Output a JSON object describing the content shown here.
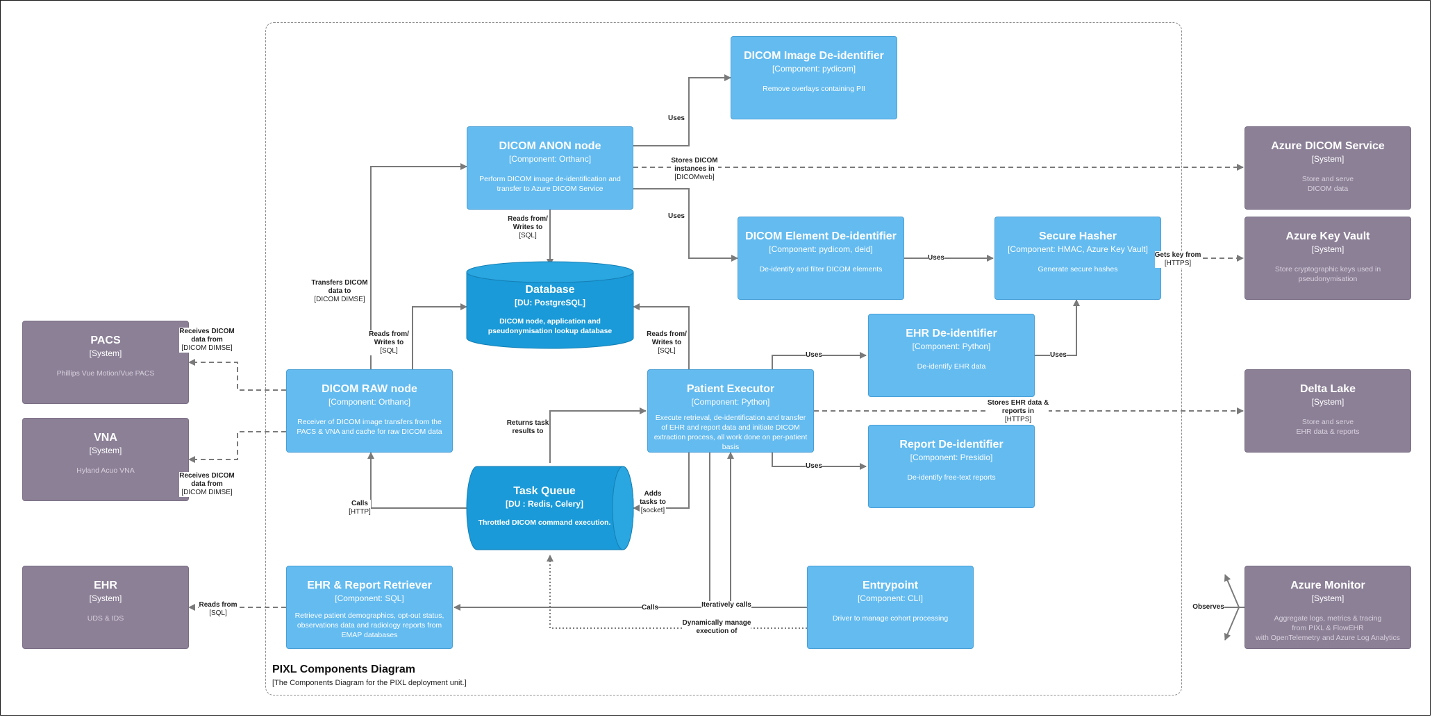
{
  "diagram": {
    "title": "PIXL Components Diagram",
    "subtitle": "[The Components Diagram for the PIXL deployment unit.]"
  },
  "nodes": {
    "image_deid": {
      "name": "DICOM Image De-identifier",
      "type": "[Component: pydicom]",
      "desc": "Remove overlays containing PII"
    },
    "anon_node": {
      "name": "DICOM ANON node",
      "type": "[Component: Orthanc]",
      "desc": "Perform DICOM image de-identification and transfer to Azure DICOM Service"
    },
    "element_deid": {
      "name": "DICOM Element De-identifier",
      "type": "[Component: pydicom, deid]",
      "desc": "De-identify and filter DICOM elements"
    },
    "hasher": {
      "name": "Secure Hasher",
      "type": "[Component: HMAC, Azure Key Vault]",
      "desc": "Generate secure hashes"
    },
    "database": {
      "name": "Database",
      "type": "[DU: PostgreSQL]",
      "desc": "DICOM node, application and pseudonymisation lookup database"
    },
    "ehr_deid": {
      "name": "EHR De-identifier",
      "type": "[Component: Python]",
      "desc": "De-identify EHR data"
    },
    "raw_node": {
      "name": "DICOM RAW node",
      "type": "[Component: Orthanc]",
      "desc": "Receiver of DICOM image transfers from the PACS & VNA and cache for raw DICOM data"
    },
    "executor": {
      "name": "Patient Executor",
      "type": "[Component: Python]",
      "desc": "Execute retrieval, de-identification and transfer of EHR and report data and initiate DICOM extraction process, all work done on per-patient basis"
    },
    "report_deid": {
      "name": "Report De-identifier",
      "type": "[Component: Presidio]",
      "desc": "De-identify free-text reports"
    },
    "queue": {
      "name": "Task Queue",
      "type": "[DU : Redis, Celery]",
      "desc": "Throttled DICOM command execution."
    },
    "retriever": {
      "name": "EHR & Report Retriever",
      "type": "[Component: SQL]",
      "desc": "Retrieve patient demographics, opt-out status, observations data and radiology reports from EMAP databases"
    },
    "entrypoint": {
      "name": "Entrypoint",
      "type": "[Component: CLI]",
      "desc": "Driver to manage cohort processing"
    },
    "pacs": {
      "name": "PACS",
      "type": "[System]",
      "desc": "Phillips Vue Motion/Vue PACS"
    },
    "vna": {
      "name": "VNA",
      "type": "[System]",
      "desc": "Hyland Acuo VNA"
    },
    "ehr": {
      "name": "EHR",
      "type": "[System]",
      "desc": "UDS & IDS"
    },
    "azure_dicom": {
      "name": "Azure DICOM Service",
      "type": "[System]",
      "desc1": "Store and serve",
      "desc2": "DICOM data"
    },
    "key_vault": {
      "name": "Azure Key Vault",
      "type": "[System]",
      "desc": "Store cryptographic keys used in pseudonymisation"
    },
    "delta_lake": {
      "name": "Delta Lake",
      "type": "[System]",
      "desc1": "Store and serve",
      "desc2": "EHR data & reports"
    },
    "monitor": {
      "name": "Azure Monitor",
      "type": "[System]",
      "desc1": "Aggregate logs, metrics & tracing",
      "desc2": "from PIXL & FlowEHR",
      "desc3": "with OpenTelemetry and Azure Log Analytics"
    }
  },
  "edges": {
    "uses_image": "Uses",
    "uses_element": "Uses",
    "stores_dicom": {
      "l1": "Stores DICOM",
      "l2": "instances in",
      "tech": "[DICOMweb]"
    },
    "anon_db": {
      "l1": "Reads from/",
      "l2": "Writes to",
      "tech": "[SQL]"
    },
    "element_hasher": "Uses",
    "hasher_keyvault": {
      "l1": "Gets key from",
      "tech": "[HTTPS]"
    },
    "transfers_dicom": {
      "l1": "Transfers DICOM",
      "l2": "data to",
      "tech": "[DICOM DIMSE]"
    },
    "raw_db": {
      "l1": "Reads from/",
      "l2": "Writes to",
      "tech": "[SQL]"
    },
    "exec_db": {
      "l1": "Reads from/",
      "l2": "Writes to",
      "tech": "[SQL]"
    },
    "recv_pacs": {
      "l1": "Receives DICOM",
      "l2": "data from",
      "tech": "[DICOM DIMSE]"
    },
    "recv_vna": {
      "l1": "Receives DICOM",
      "l2": "data from",
      "tech": "[DICOM DIMSE]"
    },
    "exec_ehrdeid": "Uses",
    "ehrdeid_hasher": "Uses",
    "exec_report": "Uses",
    "stores_ehr": {
      "l1": "Stores EHR data &",
      "l2": "reports in",
      "tech": "[HTTPS]"
    },
    "returns_task": {
      "l1": "Returns task",
      "l2": "results to"
    },
    "adds_tasks": {
      "l1": "Adds",
      "l2": "tasks to",
      "tech": "[socket]"
    },
    "calls_http": {
      "l1": "Calls",
      "tech": "[HTTP]"
    },
    "reads_ehr": {
      "l1": "Reads from",
      "tech": "[SQL]"
    },
    "calls_retriever": "Calls",
    "iter_calls": "Iteratively calls",
    "dyn_manage": {
      "l1": "Dynamically manage",
      "l2": "execution of"
    },
    "observes": "Observes"
  }
}
